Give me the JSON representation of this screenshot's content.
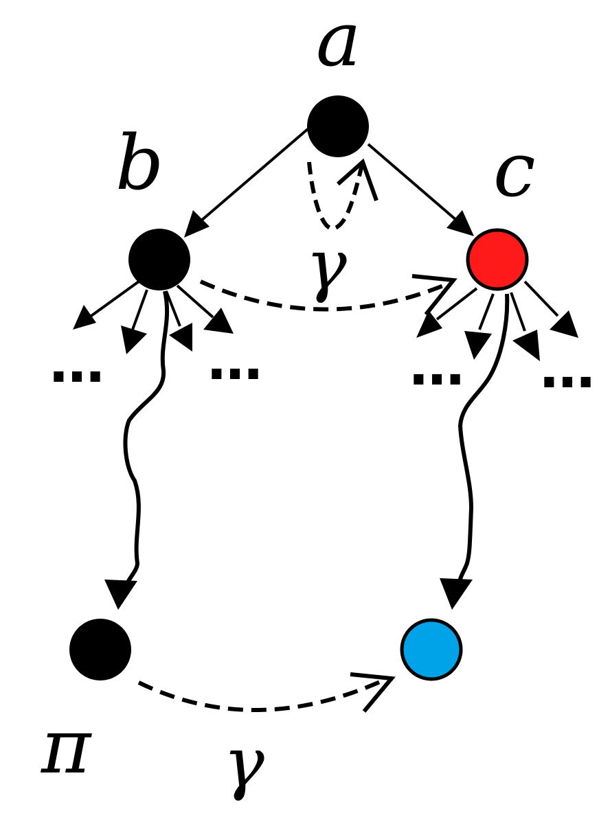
{
  "labels": {
    "a": "a",
    "b": "b",
    "c": "c",
    "pi": "π",
    "gamma_top": "γ",
    "gamma_bottom": "γ"
  },
  "ellipses": {
    "b_left": "…",
    "b_right": "…",
    "c_left": "…",
    "c_right": "…"
  },
  "colors": {
    "node_default": "#000000",
    "node_c": "#ff1a1a",
    "node_target": "#00a2e8",
    "edge": "#000000"
  }
}
